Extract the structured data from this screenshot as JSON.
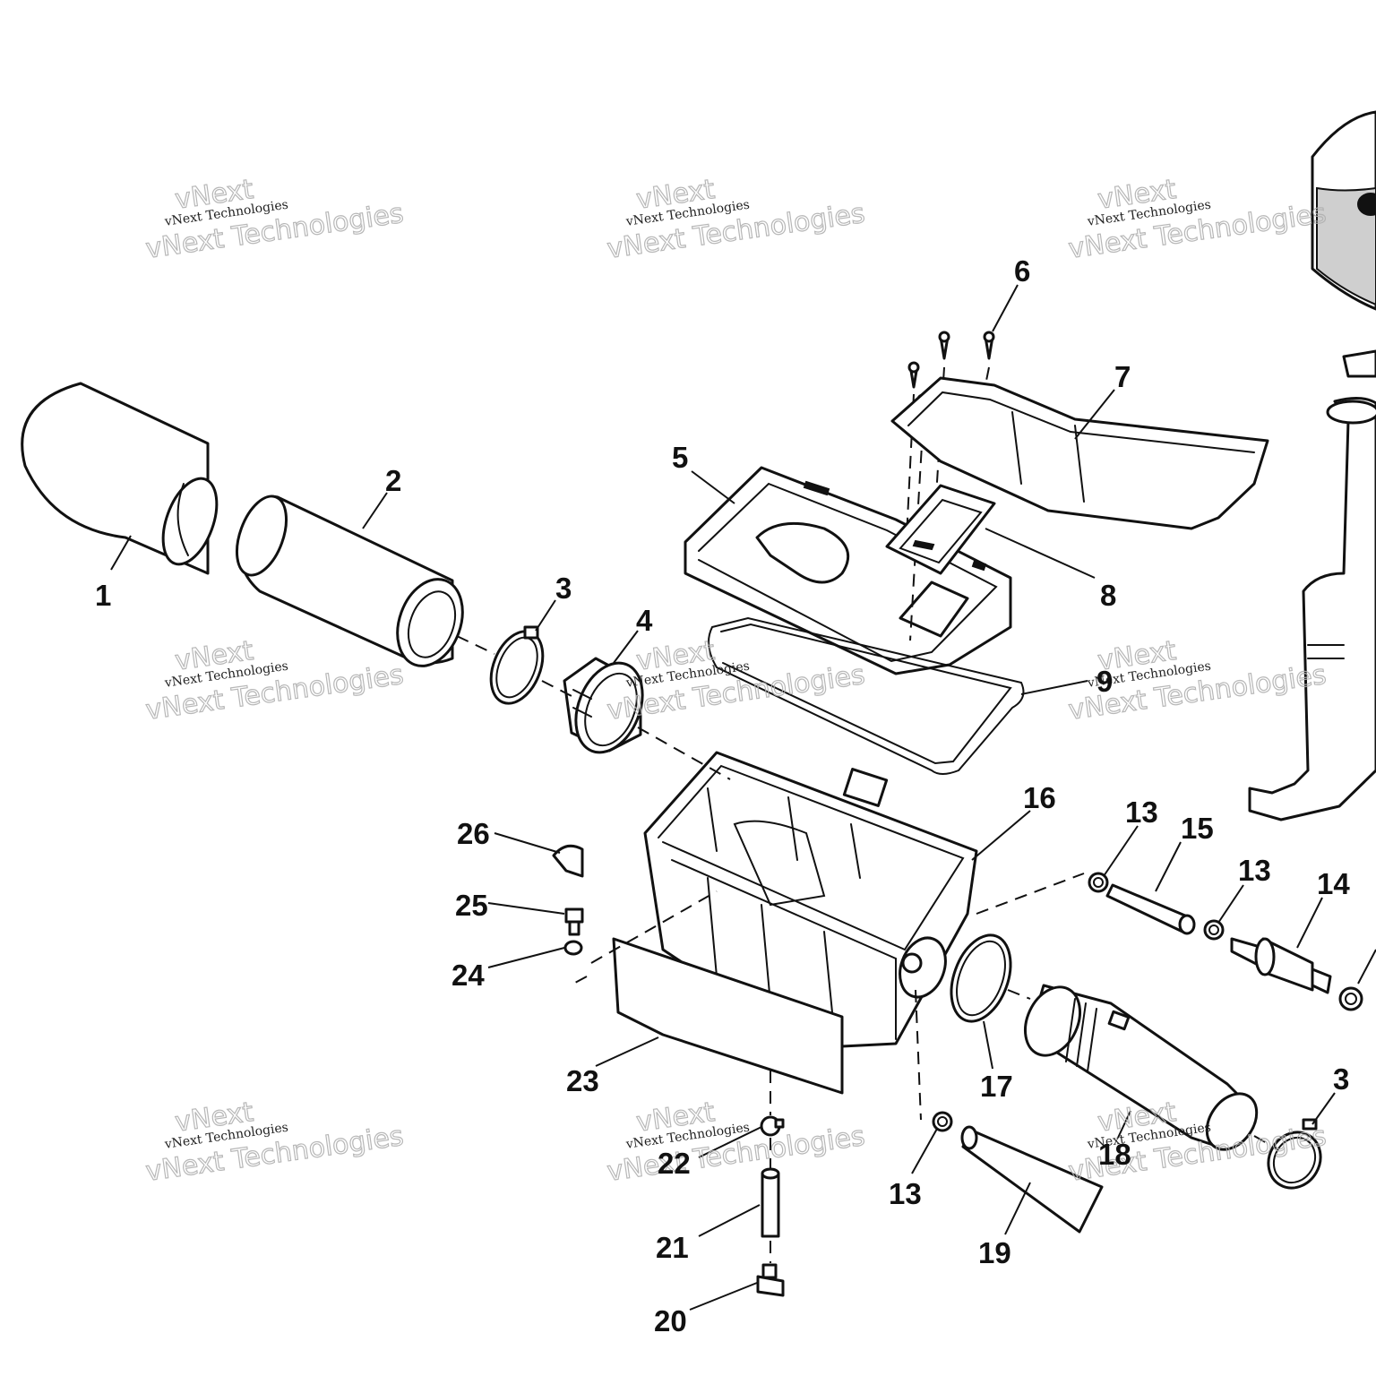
{
  "callouts": {
    "c1": "1",
    "c2": "2",
    "c3a": "3",
    "c3b": "3",
    "c4": "4",
    "c5": "5",
    "c6": "6",
    "c7": "7",
    "c8": "8",
    "c9": "9",
    "c13a": "13",
    "c13b": "13",
    "c13c": "13",
    "c14": "14",
    "c15": "15",
    "c16": "16",
    "c17": "17",
    "c18": "18",
    "c19": "19",
    "c20": "20",
    "c21": "21",
    "c22": "22",
    "c23": "23",
    "c24": "24",
    "c25": "25",
    "c26": "26"
  },
  "watermark": {
    "line_small": "vNext Technologies",
    "line_big": "vNext Technologies",
    "line_top": "vNext"
  }
}
